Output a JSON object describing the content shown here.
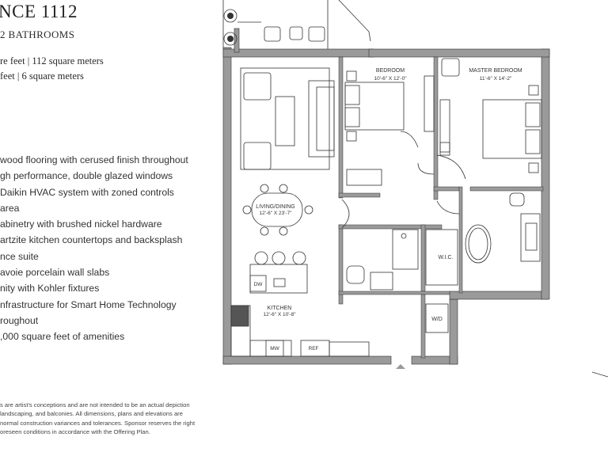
{
  "header": {
    "title": "NCE 1112",
    "subtitle": "2 BATHROOMS"
  },
  "area": {
    "interior": "re feet | 112 square meters",
    "exterior": "feet  |  6 square meters"
  },
  "features": [
    "wood flooring with cerused finish throughout",
    "gh performance, double glazed windows",
    " Daikin HVAC system with zoned controls",
    " area",
    "abinetry with brushed nickel hardware",
    "artzite kitchen countertops and backsplash",
    "nce suite",
    "avoie porcelain wall slabs",
    "nity with Kohler fixtures",
    "nfrastructure for Smart Home Technology",
    "roughout",
    ",000 square feet of amenities"
  ],
  "disclaimer": [
    "s are artist's conceptions and are not intended to be an actual depiction",
    " landscaping, and balconies. All dimensions, plans and elevations are",
    "normal construction variances and tolerances. Sponsor reserves the right",
    "oreseen conditions in accordance with the Offering Plan."
  ],
  "rooms": {
    "bedroom": {
      "name": "BEDROOM",
      "dims": "10'-6\" X 12'-0\""
    },
    "master": {
      "name": "MASTER BEDROOM",
      "dims": "11'-6\" X 14'-2\""
    },
    "living": {
      "name": "LIVING/DINING",
      "dims": "12'-6\" X 23'-7\""
    },
    "kitchen": {
      "name": "KITCHEN",
      "dims": "12'-6\" X 10'-8\""
    },
    "wic": "W.I.C.",
    "wd": "W/D",
    "dw": "DW",
    "mw": "MW",
    "ref": "REF"
  },
  "colors": {
    "wall": "#9a9a9a",
    "line": "#333333"
  }
}
